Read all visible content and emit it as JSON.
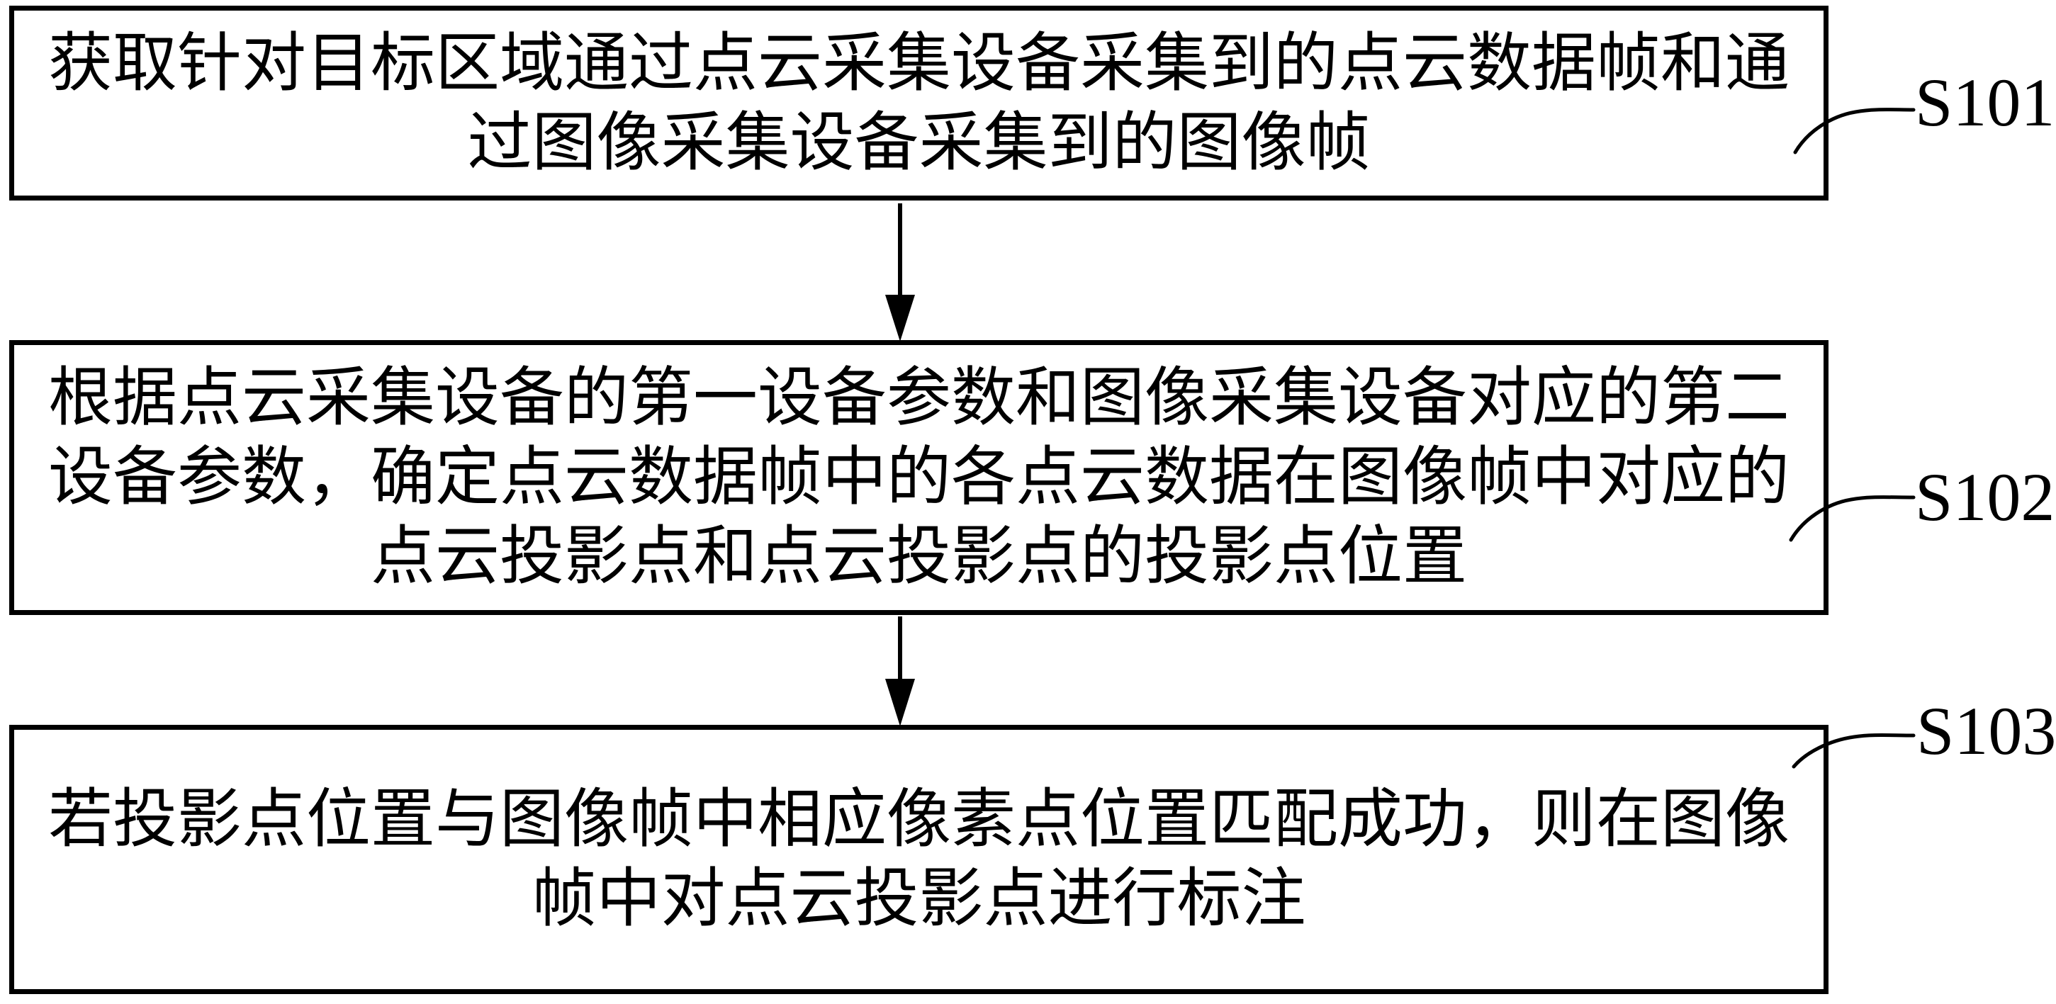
{
  "figure": {
    "type": "flowchart",
    "colors": {
      "ink": "#000000",
      "paper": "#ffffff"
    },
    "steps": [
      {
        "label": "S101",
        "lines": [
          "获取针对目标区域通过点云采集设备采集到的点云数据帧和通",
          "过图像采集设备采集到的图像帧"
        ]
      },
      {
        "label": "S102",
        "lines": [
          "根据点云采集设备的第一设备参数和图像采集设备对应的第二",
          "设备参数，确定点云数据帧中的各点云数据在图像帧中对应的",
          "点云投影点和点云投影点的投影点位置"
        ]
      },
      {
        "label": "S103",
        "lines": [
          "若投影点位置与图像帧中相应像素点位置匹配成功，则在图像",
          "帧中对点云投影点进行标注"
        ]
      }
    ],
    "connectors": [
      {
        "from": "S101",
        "to": "S102",
        "type": "arrow-down"
      },
      {
        "from": "S102",
        "to": "S103",
        "type": "arrow-down"
      }
    ]
  }
}
